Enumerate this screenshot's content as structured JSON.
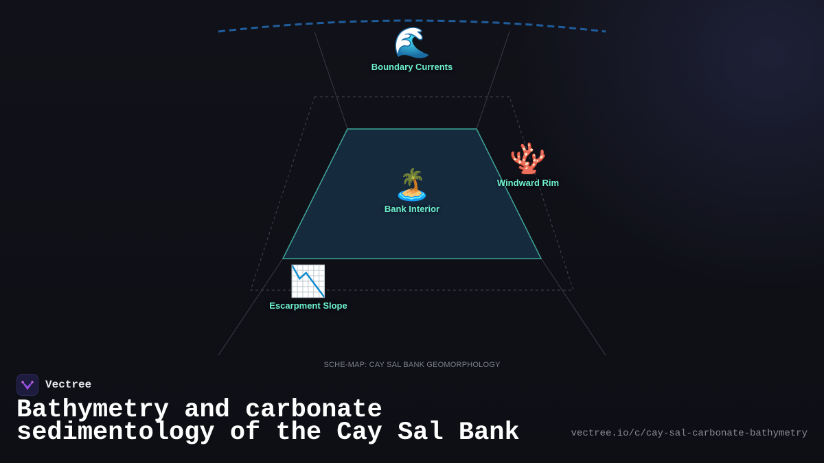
{
  "diagram": {
    "caption": "SCHE-MAP: CAY SAL BANK GEOMORPHOLOGY",
    "nodes": {
      "boundary": {
        "label": "Boundary Currents",
        "icon": "🌊",
        "icon_name": "wave-icon"
      },
      "windward": {
        "label": "Windward Rim",
        "icon": "🪸",
        "icon_name": "coral-icon"
      },
      "interior": {
        "label": "Bank Interior",
        "icon": "🏝️",
        "icon_name": "island-icon"
      },
      "escarpment": {
        "label": "Escarpment Slope",
        "icon": "📉",
        "icon_name": "chart-decreasing-icon"
      }
    },
    "colors": {
      "label": "#6ff2cf",
      "bank_fill": "#162a3e",
      "bank_stroke": "#3fa69a",
      "arc": "#1f5d9c"
    }
  },
  "footer": {
    "brand": "Vectree",
    "title": "Bathymetry and carbonate sedimentology of the Cay Sal Bank",
    "url": "vectree.io/c/cay-sal-carbonate-bathymetry"
  }
}
